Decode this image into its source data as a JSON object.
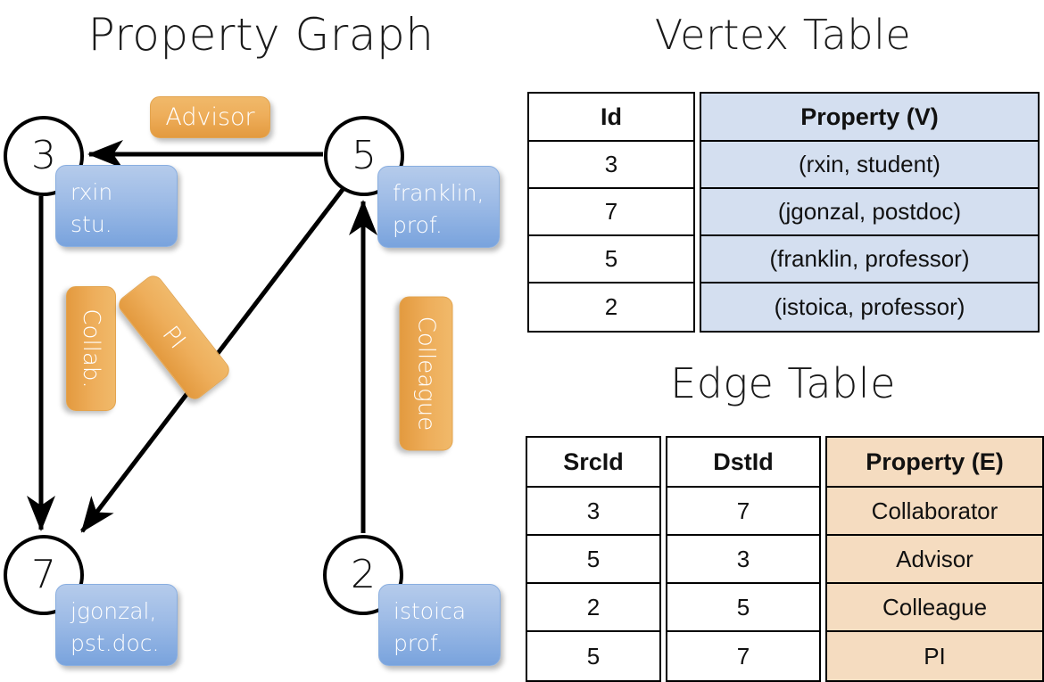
{
  "titles": {
    "property_graph": "Property Graph",
    "vertex_table": "Vertex Table",
    "edge_table": "Edge Table"
  },
  "graph": {
    "nodes": [
      {
        "id": "3",
        "label": "3",
        "property_lines": [
          "rxin",
          "stu."
        ]
      },
      {
        "id": "5",
        "label": "5",
        "property_lines": [
          "franklin,",
          "prof."
        ]
      },
      {
        "id": "7",
        "label": "7",
        "property_lines": [
          "jgonzal,",
          "pst.doc."
        ]
      },
      {
        "id": "2",
        "label": "2",
        "property_lines": [
          "istoica",
          "prof."
        ]
      }
    ],
    "edge_labels": [
      {
        "name": "advisor",
        "text": "Advisor"
      },
      {
        "name": "collab",
        "text": "Collab."
      },
      {
        "name": "pi",
        "text": "PI"
      },
      {
        "name": "colleague",
        "text": "Colleague"
      }
    ],
    "edges": [
      {
        "src": "5",
        "dst": "3",
        "label": "Advisor"
      },
      {
        "src": "3",
        "dst": "7",
        "label": "Collab."
      },
      {
        "src": "5",
        "dst": "7",
        "label": "PI"
      },
      {
        "src": "2",
        "dst": "5",
        "label": "Colleague"
      }
    ]
  },
  "vertex_table": {
    "headers": [
      "Id",
      "Property (V)"
    ],
    "id_values": [
      "3",
      "7",
      "5",
      "2"
    ],
    "property_values": [
      "(rxin, student)",
      "(jgonzal, postdoc)",
      "(franklin, professor)",
      "(istoica, professor)"
    ]
  },
  "edge_table": {
    "headers": [
      "SrcId",
      "DstId",
      "Property (E)"
    ],
    "src_values": [
      "3",
      "5",
      "2",
      "5"
    ],
    "dst_values": [
      "7",
      "3",
      "5",
      "7"
    ],
    "property_values": [
      "Collaborator",
      "Advisor",
      "Colleague",
      "PI"
    ]
  },
  "colors": {
    "vertex_fill": "#d4dff0",
    "edge_fill": "#f5dcc0",
    "node_box_blue": "#9dbbe6",
    "edge_label_orange": "#eeae5b",
    "stroke": "#000000",
    "background": "#ffffff"
  }
}
